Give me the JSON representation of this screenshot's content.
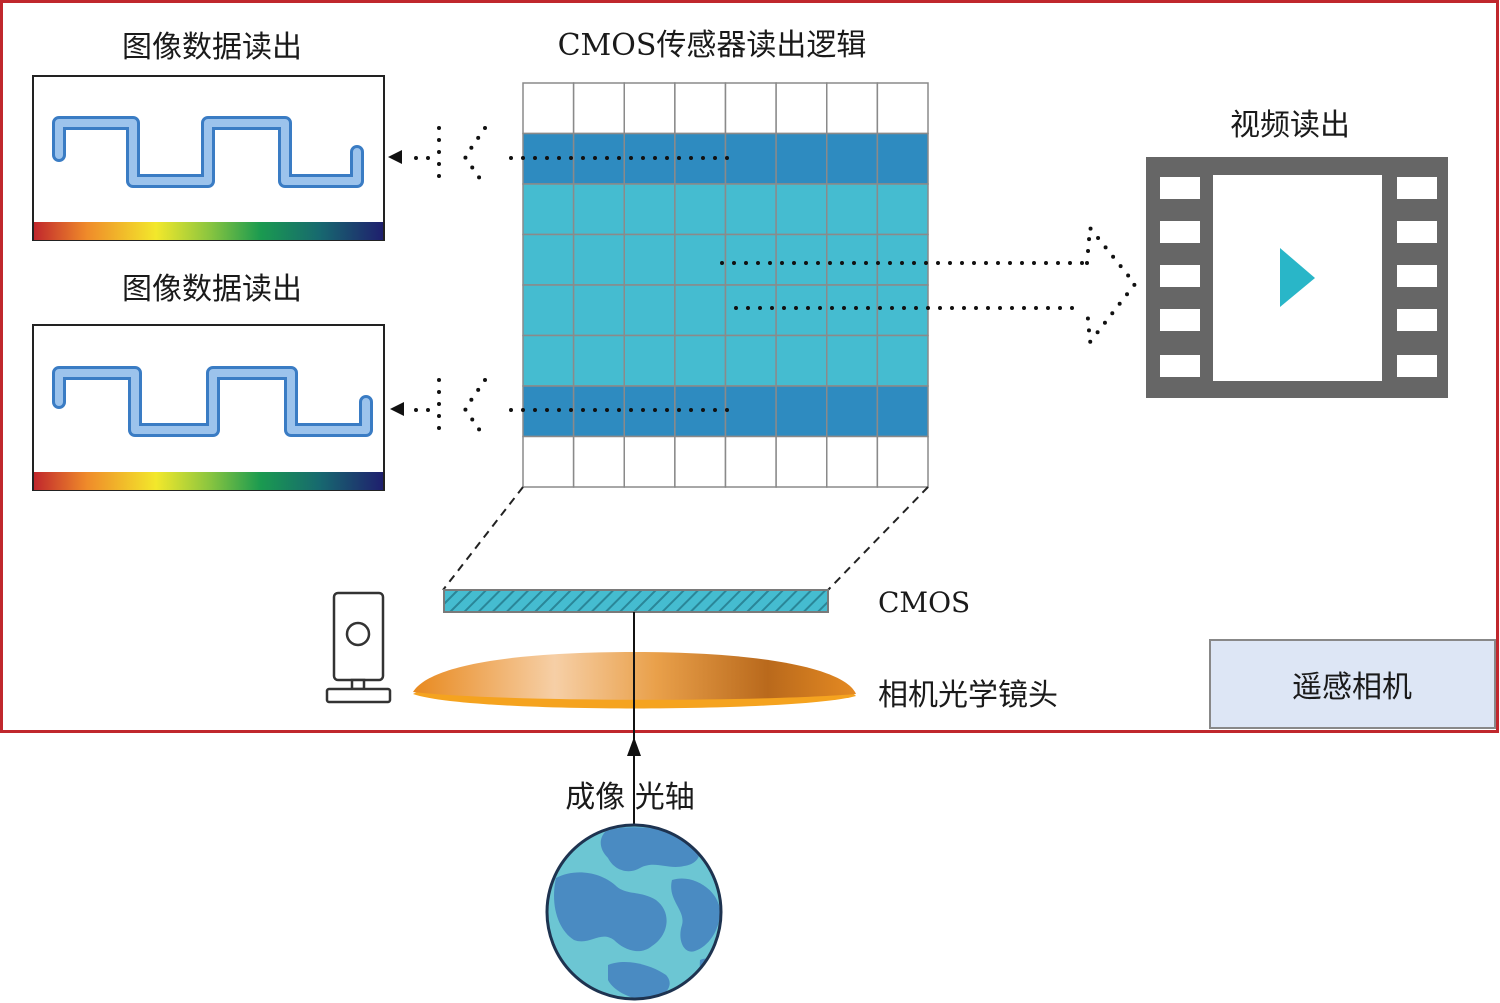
{
  "panels": [
    {
      "title": "图像数据读出"
    },
    {
      "title": "图像数据读出"
    }
  ],
  "sensor": {
    "title": "CMOS传感器读出逻辑",
    "rows": 8,
    "cols": 8,
    "row_colors": [
      "#ffffff",
      "#2e8bc0",
      "#45bcd0",
      "#45bcd0",
      "#45bcd0",
      "#45bcd0",
      "#2e8bc0",
      "#ffffff"
    ]
  },
  "video": {
    "title": "视频读出",
    "icon": "film-strip-icon",
    "play_icon": "play-icon"
  },
  "cmos_label": "CMOS",
  "lens_label": "相机光学镜头",
  "camera": {
    "label": "遥感相机",
    "icon": "camera-icon"
  },
  "axis_label": "成像 光轴",
  "earth": {
    "icon": "earth-icon"
  },
  "colors": {
    "frame": "#c0272d",
    "wave_outline": "#3a7cc4",
    "wave_fill": "#9cc3ec",
    "sensor_grid_line": "#8a8a8a",
    "film": "#666666",
    "play": "#29b6c8",
    "lens": "#f5a31f",
    "camera_box": "#dde6f5",
    "earth_ocean": "#6cc6d3",
    "earth_land": "#4a8bc2"
  }
}
